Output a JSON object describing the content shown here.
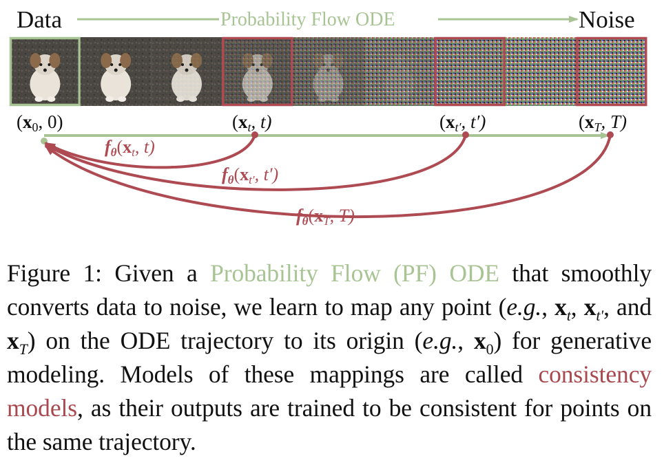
{
  "figure": {
    "data_label": "Data",
    "noise_label": "Noise",
    "ode_label": "Probability Flow ODE",
    "points": [
      {
        "bold": "x",
        "sub": "0",
        "rest": ", 0)"
      },
      {
        "bold": "x",
        "sub": "t",
        "rest": ", t)"
      },
      {
        "bold": "x",
        "sub": "t′",
        "rest": ", t′)"
      },
      {
        "bold": "x",
        "sub": "T",
        "rest": ", T)"
      }
    ],
    "arcs": [
      {
        "pre": "f",
        "sub": "θ",
        "args_bold": "x",
        "args_sub": "t",
        "args_rest": ", t)"
      },
      {
        "pre": "f",
        "sub": "θ",
        "args_bold": "x",
        "args_sub": "t′",
        "args_rest": ", t′)"
      },
      {
        "pre": "f",
        "sub": "θ",
        "args_bold": "x",
        "args_sub": "T",
        "args_rest": ", T)"
      }
    ],
    "images": [
      {
        "noise": 0.0,
        "highlight": "green"
      },
      {
        "noise": 0.0,
        "highlight": "none"
      },
      {
        "noise": 0.05,
        "highlight": "none"
      },
      {
        "noise": 0.25,
        "highlight": "red"
      },
      {
        "noise": 0.45,
        "highlight": "none"
      },
      {
        "noise": 0.72,
        "highlight": "none"
      },
      {
        "noise": 0.88,
        "highlight": "red"
      },
      {
        "noise": 0.97,
        "highlight": "none"
      },
      {
        "noise": 1.0,
        "highlight": "red"
      }
    ],
    "colors": {
      "green": "#a8c494",
      "red": "#ad4a52"
    }
  },
  "caption": {
    "p1": "Figure 1: Given a ",
    "pf": "Probability Flow (PF) ODE",
    "p2": " that smoothly converts data to noise, we learn to map any point (",
    "eg1": "e.g.",
    "p3": ", ",
    "xt": "x",
    "xt_sub": "t",
    "p4": ", ",
    "xtp": "x",
    "xtp_sub": "t′",
    "p5": ", and ",
    "xT": "x",
    "xT_sub": "T",
    "p6": ") on the ODE trajectory to its origin (",
    "eg2": "e.g.",
    "p7": ", ",
    "x0": "x",
    "x0_sub": "0",
    "p8": ") for generative modeling. Models of these mappings are called ",
    "cm": "consistency models",
    "p9": ", as their outputs are trained to be consistent for points on the same trajectory."
  }
}
